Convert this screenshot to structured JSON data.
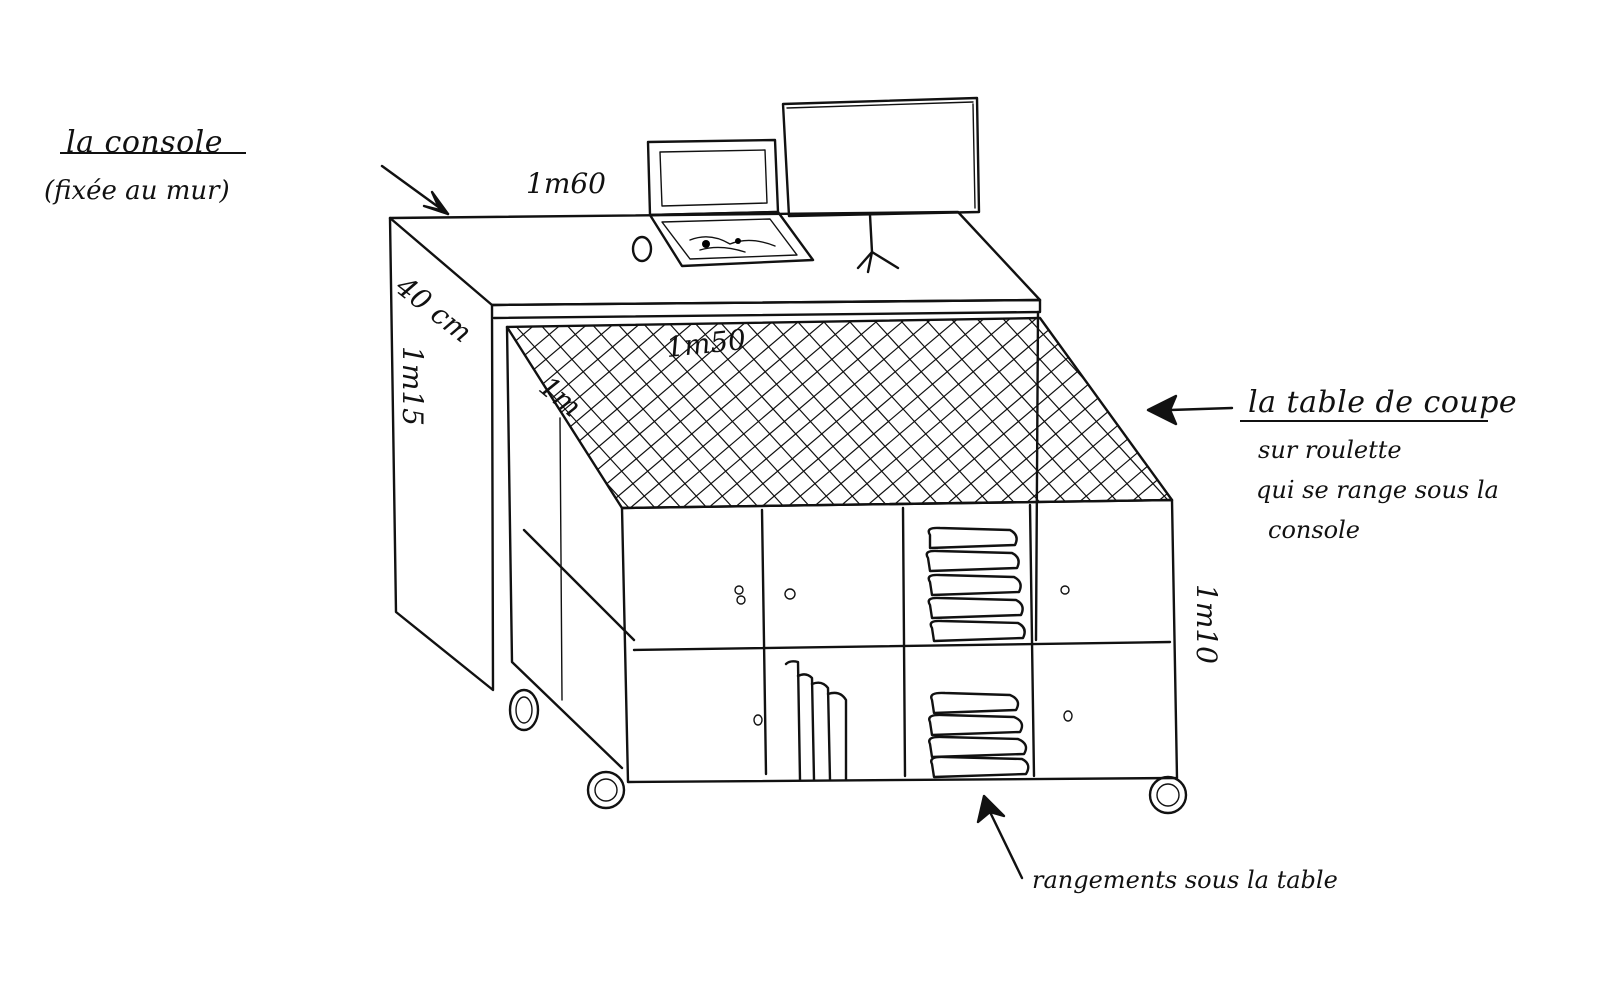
{
  "labels": {
    "console_title": "la console",
    "console_sub": "(fixée au mur)",
    "cutting_table_title": "la table de coupe",
    "cutting_table_line1": "sur roulette",
    "cutting_table_line2": "qui se range sous la",
    "cutting_table_line3": "console",
    "storage_note": "rangements sous la table"
  },
  "dimensions": {
    "console_width": "1m60",
    "console_depth": "40 cm",
    "console_height": "1m15",
    "table_width": "1m50",
    "table_depth": "1m",
    "table_height": "1m10"
  },
  "colors": {
    "ink": "#111111",
    "paper": "#ffffff"
  },
  "icons": [
    "laptop-icon",
    "monitor-icon",
    "mouse-icon",
    "caster-wheel-icon",
    "arrow-icon"
  ]
}
